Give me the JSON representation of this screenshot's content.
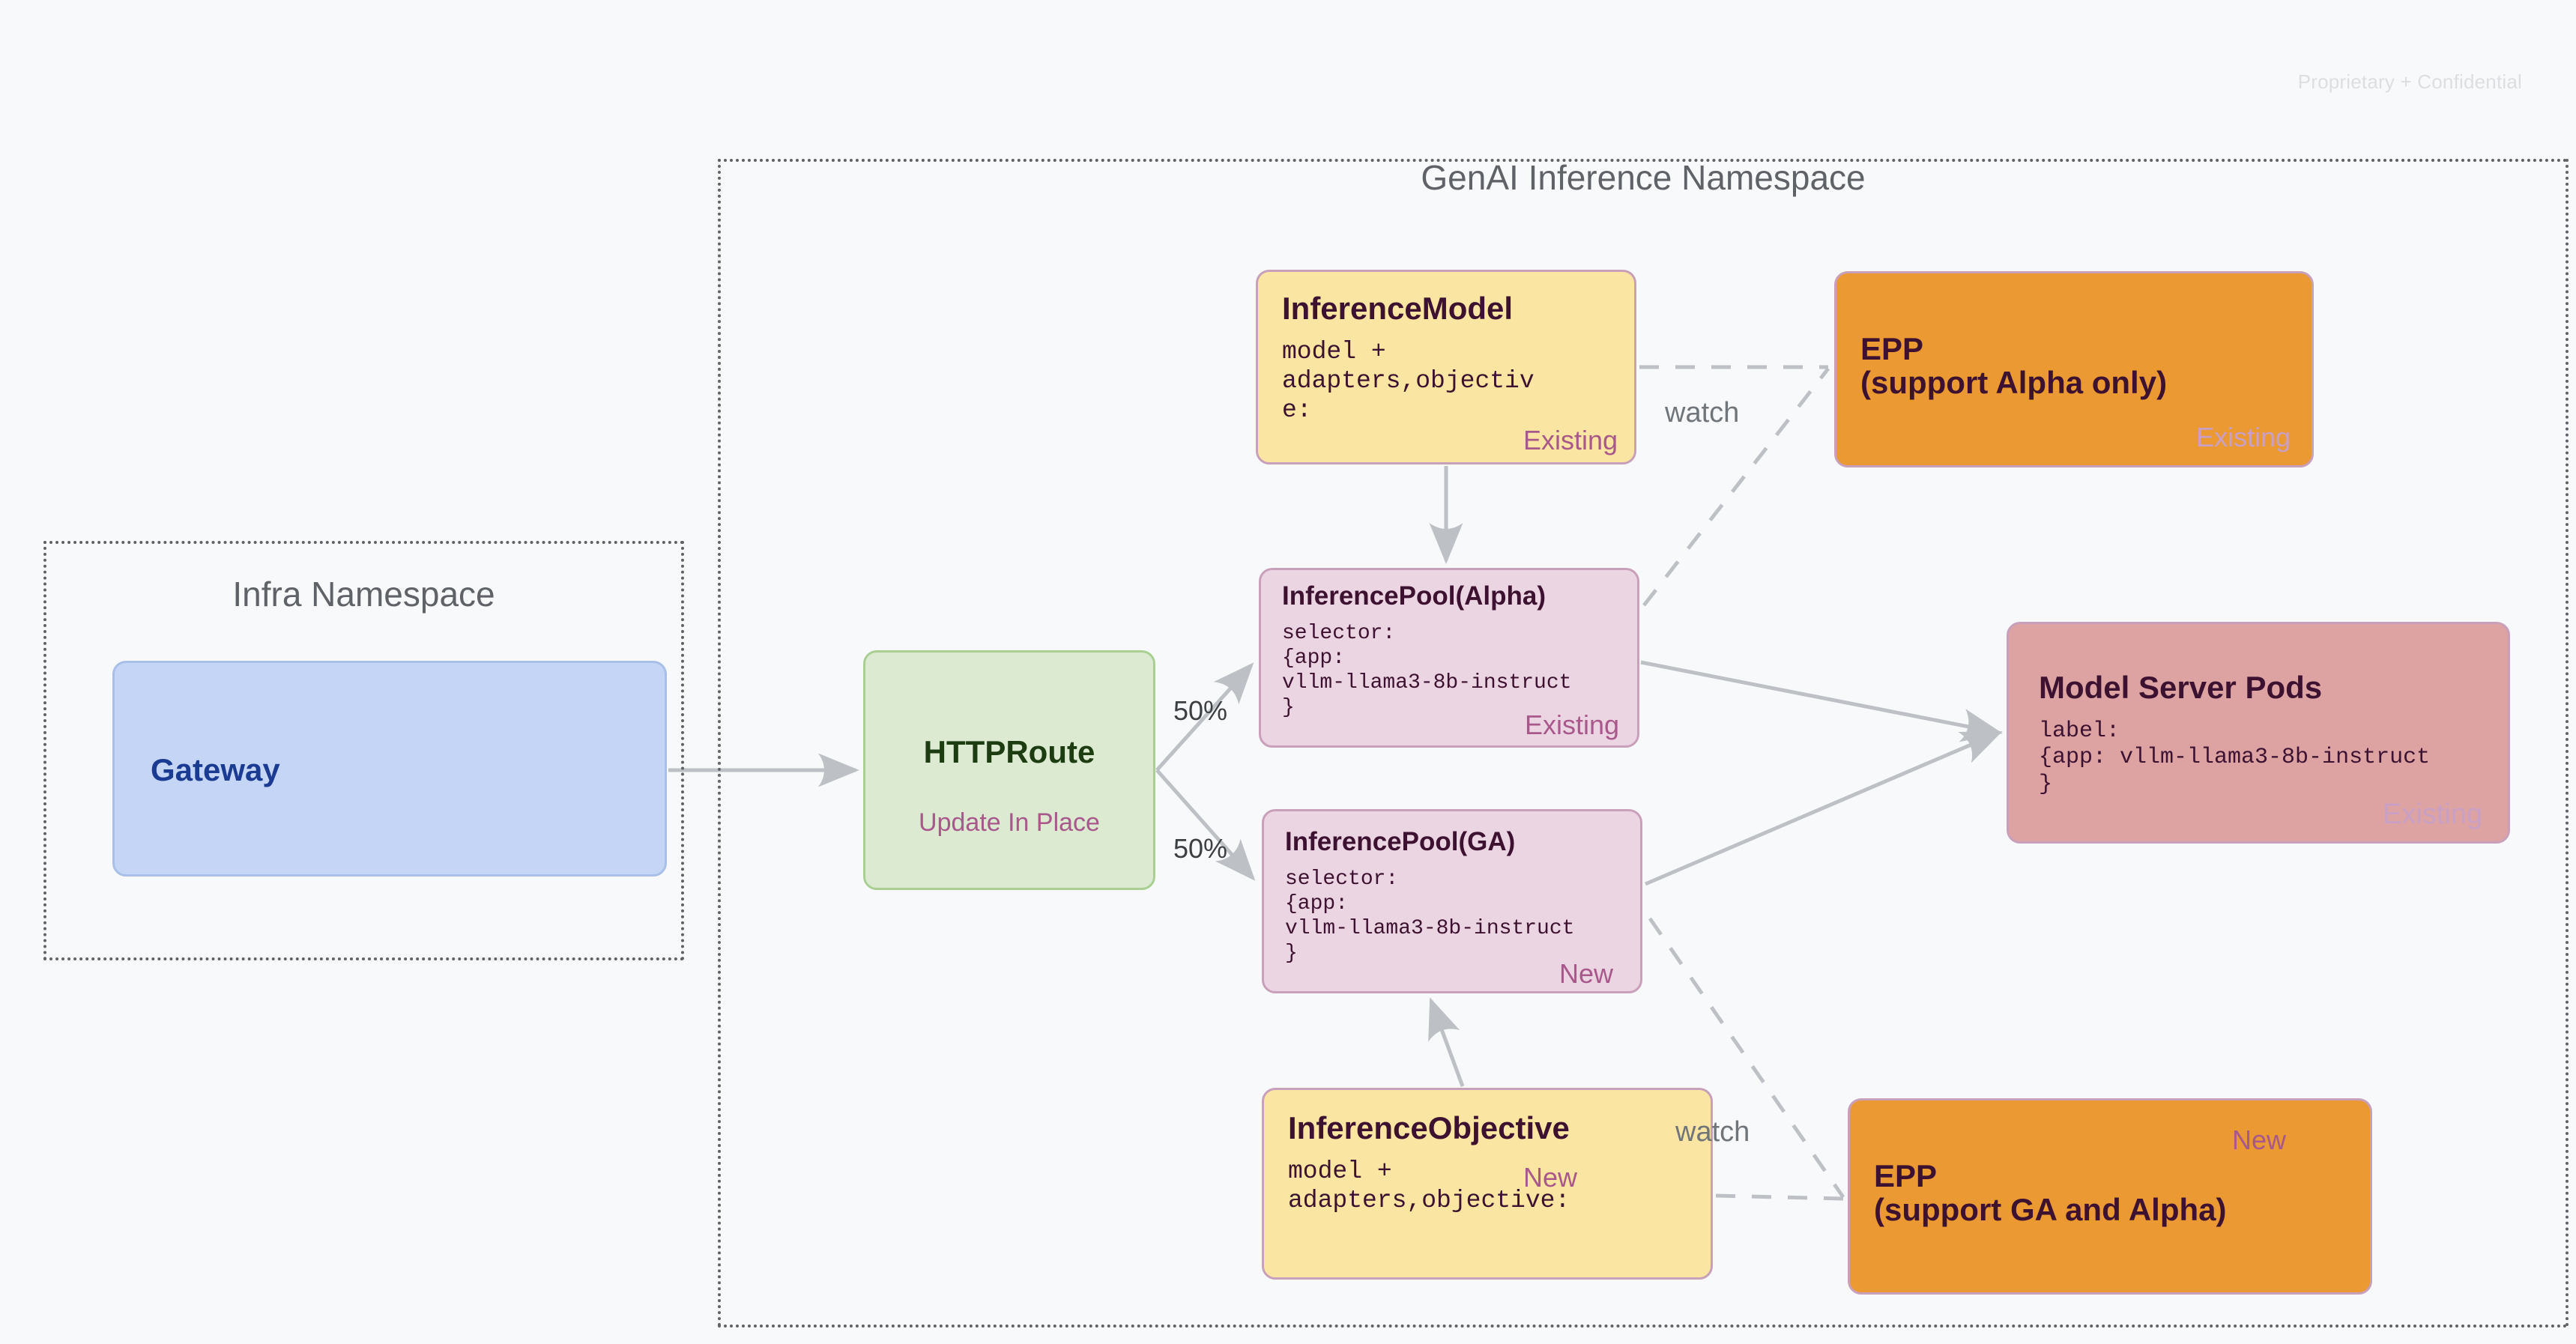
{
  "watermark": "Proprietary + Confidential",
  "namespaces": [
    {
      "id": "genai",
      "title": "GenAI Inference Namespace"
    },
    {
      "id": "infra",
      "title": "Infra Namespace"
    }
  ],
  "nodes": {
    "gateway": {
      "title": "Gateway"
    },
    "httproute": {
      "title": "HTTPRoute",
      "tag": "Update In Place"
    },
    "inference_model": {
      "title": "InferenceModel",
      "body": "model +\nadapters,objectiv\ne:",
      "tag": "Existing"
    },
    "pool_alpha": {
      "title": "InferencePool(Alpha)",
      "body": "selector:\n{app:\nvllm-llama3-8b-instruct\n}",
      "tag": "Existing"
    },
    "pool_ga": {
      "title": "InferencePool(GA)",
      "body": "selector:\n{app:\nvllm-llama3-8b-instruct\n}",
      "tag": "New"
    },
    "inference_objective": {
      "title": "InferenceObjective",
      "body": "model +\nadapters,objective:",
      "tag": "New"
    },
    "epp_top": {
      "title": "EPP\n(support Alpha only)",
      "tag": "Existing"
    },
    "epp_bottom": {
      "title": "EPP\n(support GA and Alpha)",
      "tag": "New"
    },
    "model_server_pods": {
      "title": "Model Server Pods",
      "body": "label:\n{app: vllm-llama3-8b-instruct\n}",
      "tag": "Existing"
    }
  },
  "edge_labels": {
    "split_top": "50%",
    "split_bottom": "50%",
    "watch_top": "watch",
    "watch_bottom": "watch"
  },
  "colors": {
    "canvas": "#f8f9fb",
    "namespace_border": "#5f6368",
    "gateway_fill": "#c5d5f5",
    "gateway_text": "#1b3a91",
    "httproute_fill": "#dbead0",
    "httproute_text": "#1d3c12",
    "yellow_fill": "#fae6a2",
    "pink_fill": "#ecd5e2",
    "orange_fill": "#eb9932",
    "red_fill": "#dda3a3",
    "node_border": "#c9a0b9",
    "tag_text": "#a8588a",
    "tag_text_light": "#c9a0c4",
    "dark_text": "#3d1230",
    "connector": "#bdc1c6"
  }
}
